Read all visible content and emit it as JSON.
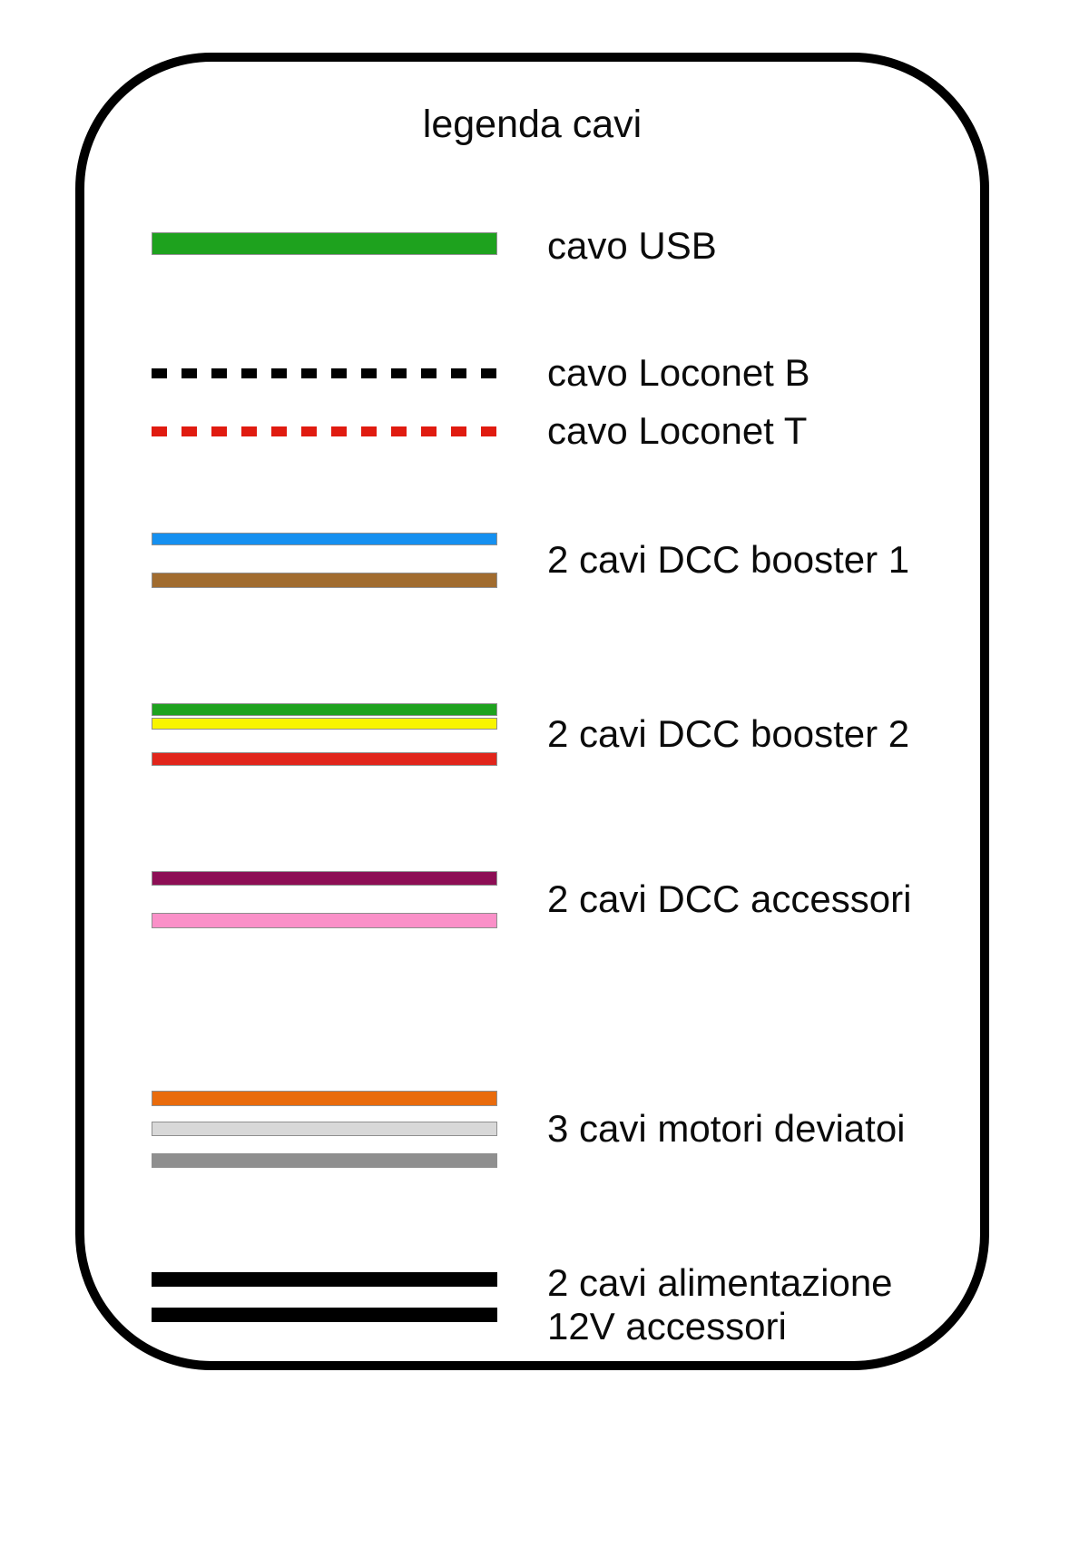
{
  "title": "legenda cavi",
  "legend": {
    "rows": [
      {
        "label": "cavo USB",
        "lines": [
          {
            "name": "green",
            "style": "solid",
            "color": "#1ea21e"
          }
        ]
      },
      {
        "label": "cavo Loconet B",
        "lines": [
          {
            "name": "black-dashed",
            "style": "dashed",
            "color": "#000000"
          }
        ]
      },
      {
        "label": "cavo Loconet T",
        "lines": [
          {
            "name": "red-dashed",
            "style": "dashed",
            "color": "#e01b10"
          }
        ]
      },
      {
        "label": "2 cavi DCC booster 1",
        "lines": [
          {
            "name": "blue",
            "style": "solid",
            "color": "#1590f0"
          },
          {
            "name": "brown",
            "style": "solid",
            "color": "#a16c2f"
          }
        ]
      },
      {
        "label": "2 cavi DCC booster 2",
        "lines": [
          {
            "name": "green",
            "style": "solid",
            "color": "#1ea21e"
          },
          {
            "name": "yellow",
            "style": "solid",
            "color": "#f8f500"
          },
          {
            "name": "red",
            "style": "solid",
            "color": "#e1251b"
          }
        ]
      },
      {
        "label": "2 cavi DCC accessori",
        "lines": [
          {
            "name": "dark-magenta",
            "style": "solid",
            "color": "#8d0e55"
          },
          {
            "name": "pink",
            "style": "solid",
            "color": "#fa90c8"
          }
        ]
      },
      {
        "label": "3 cavi motori deviatoi",
        "lines": [
          {
            "name": "orange",
            "style": "solid",
            "color": "#e96b0c"
          },
          {
            "name": "light-gray",
            "style": "solid",
            "color": "#d8d8d8"
          },
          {
            "name": "medium-gray",
            "style": "solid",
            "color": "#8f8f8f"
          }
        ]
      },
      {
        "label": "2 cavi alimentazione",
        "label2": "12V accessori",
        "lines": [
          {
            "name": "black",
            "style": "solid",
            "color": "#000000"
          },
          {
            "name": "black",
            "style": "solid",
            "color": "#000000"
          }
        ]
      }
    ]
  }
}
